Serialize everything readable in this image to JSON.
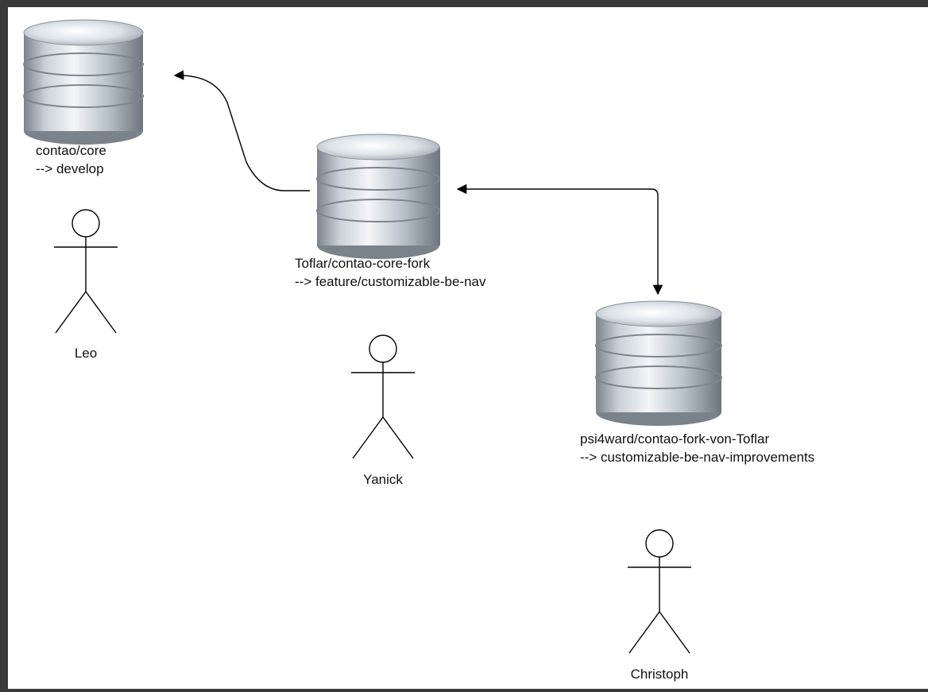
{
  "repositories": [
    {
      "id": "leo-repo",
      "name": "contao/core",
      "branch": "--> develop"
    },
    {
      "id": "yanick-repo",
      "name": "Toflar/contao-core-fork",
      "branch": "--> feature/customizable-be-nav"
    },
    {
      "id": "christoph-repo",
      "name": "psi4ward/contao-fork-von-Toflar",
      "branch": "--> customizable-be-nav-improvements"
    }
  ],
  "actors": [
    {
      "id": "leo",
      "name": "Leo"
    },
    {
      "id": "yanick",
      "name": "Yanick"
    },
    {
      "id": "christoph",
      "name": "Christoph"
    }
  ],
  "connections": [
    {
      "from": "Toflar/contao-core-fork",
      "to": "contao/core",
      "direction": "one-way"
    },
    {
      "from": "Toflar/contao-core-fork",
      "to": "psi4ward/contao-fork-von-Toflar",
      "direction": "two-way"
    }
  ],
  "colors": {
    "frame": "#3a3a3a",
    "canvas": "#ffffff",
    "line": "#000000",
    "db_light": "#f2f4f6",
    "db_mid": "#b7bfc7",
    "db_dark": "#6f7780"
  }
}
